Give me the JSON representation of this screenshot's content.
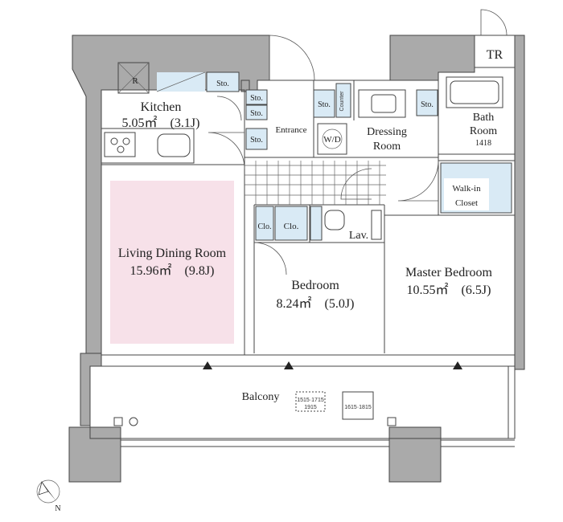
{
  "plan": {
    "rooms": {
      "kitchen": {
        "name": "Kitchen",
        "area": "5.05㎡　(3.1J)"
      },
      "living": {
        "name": "Living Dining Room",
        "area": "15.96㎡　(9.8J)"
      },
      "bedroom": {
        "name": "Bedroom",
        "area": "8.24㎡　(5.0J)"
      },
      "master": {
        "name": "Master Bedroom",
        "area": "10.55㎡　(6.5J)"
      },
      "entrance": {
        "name": "Entrance"
      },
      "dressing": {
        "name_line1": "Dressing",
        "name_line2": "Room"
      },
      "bath": {
        "name_line1": "Bath",
        "name_line2": "Room",
        "size": "1418"
      },
      "walkin": {
        "name_line1": "Walk-in",
        "name_line2": "Closet"
      },
      "lav": {
        "name": "Lav."
      },
      "balcony": {
        "name": "Balcony"
      },
      "tr": {
        "name": "TR"
      }
    },
    "storage": {
      "kitchen_sto": "Sto.",
      "entrance_sto_1": "Sto.",
      "entrance_sto_2": "Sto.",
      "entrance_sto_3": "Sto.",
      "counter_sto": "Sto.",
      "counter": "Counter",
      "dressing_sto": "Sto.",
      "clo_1": "Clo.",
      "clo_2": "Clo."
    },
    "fixtures": {
      "refrigerator": "R",
      "washer": "W/D"
    },
    "balcony_units": {
      "unit_1_line1": "1515·1715",
      "unit_1_line2": "1915",
      "unit_2": "1615·1815"
    },
    "compass": {
      "label": "N"
    },
    "colors": {
      "wall": "#aaaaaa",
      "living_floor": "#f7e1e9",
      "closet_blue": "#d9eaf5"
    }
  }
}
